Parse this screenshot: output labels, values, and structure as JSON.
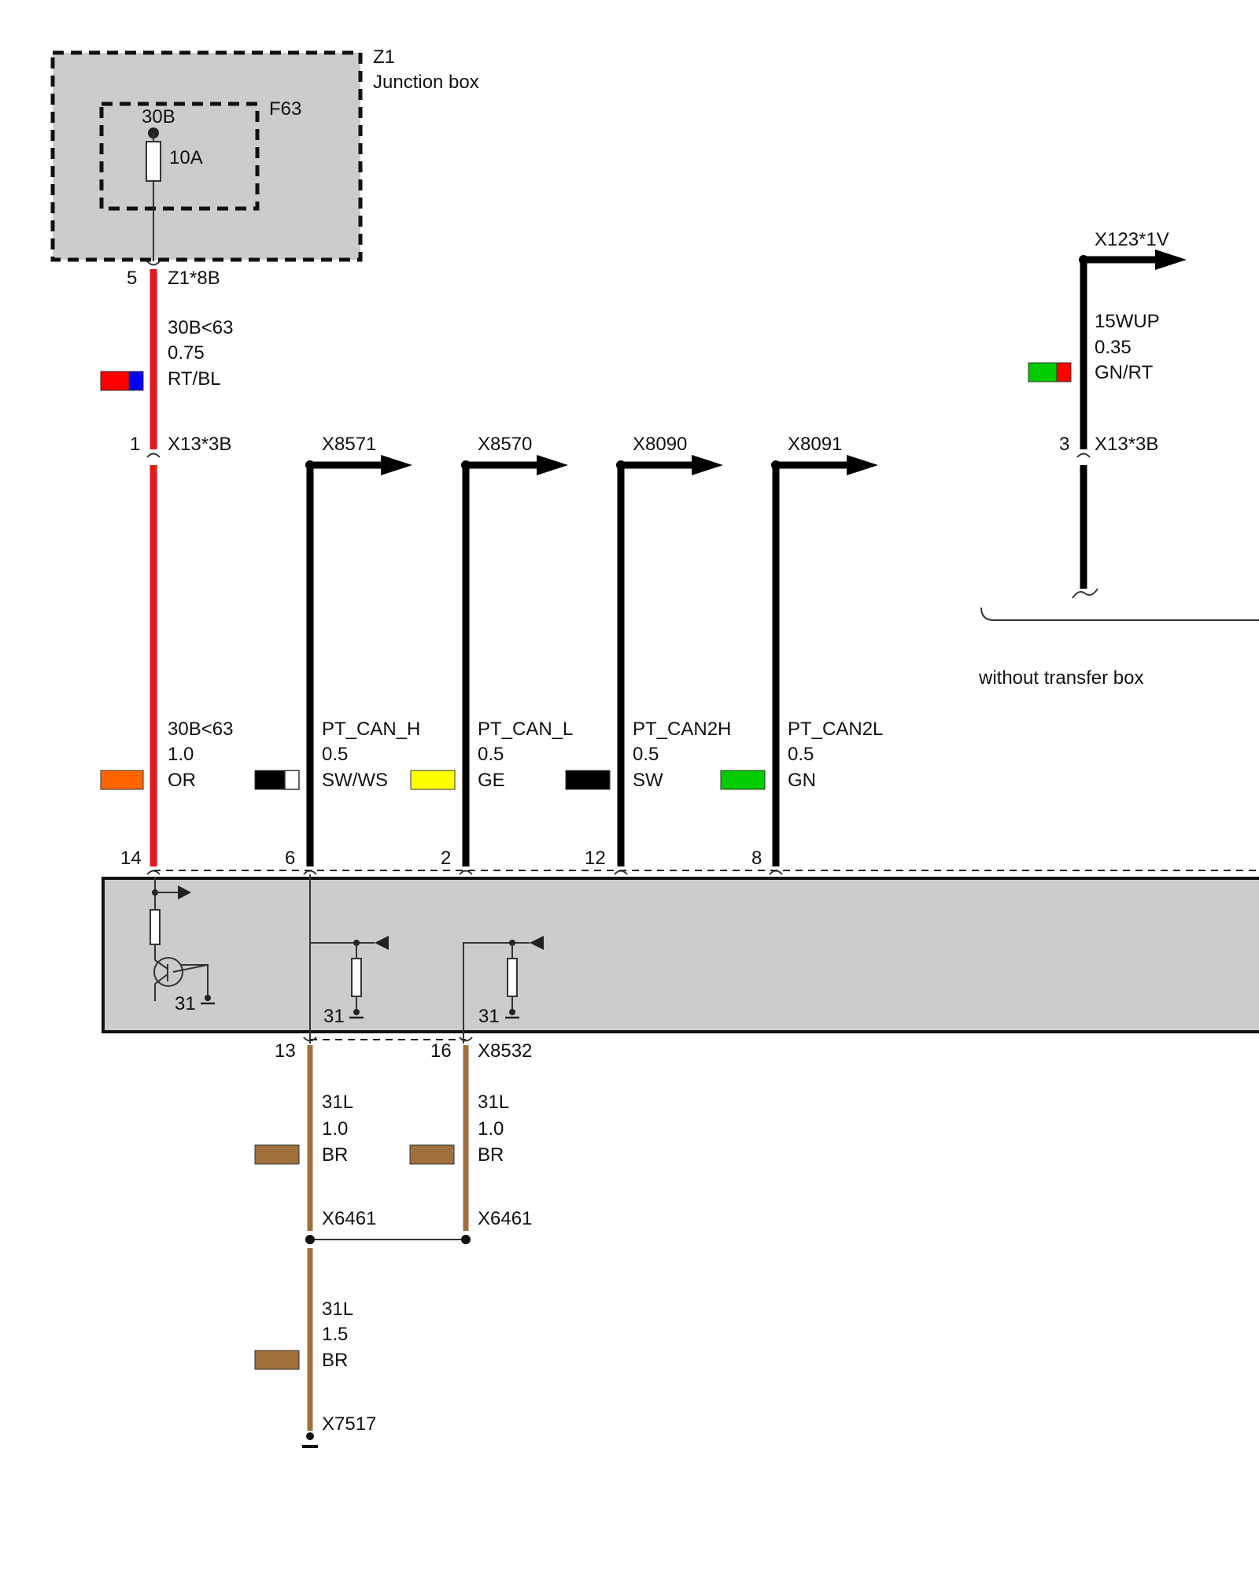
{
  "junction_box": {
    "id": "Z1",
    "name": "Junction box",
    "fuse_id": "F63",
    "fuse_terminal": "30B",
    "fuse_rating": "10A"
  },
  "supply_top": {
    "pin": "5",
    "connector": "Z1*8B",
    "signal": "30B<63",
    "size": "0.75",
    "color_code": "RT/BL",
    "colors": [
      "#ff0000",
      "#0000ee"
    ]
  },
  "supply_mid": {
    "pin": "1",
    "connector": "X13*3B"
  },
  "wakeup": {
    "connector_top": "X123*1V",
    "signal": "15WUP",
    "size": "0.35",
    "color_code": "GN/RT",
    "colors": [
      "#00cc00",
      "#ff0000"
    ],
    "pin": "3",
    "connector_bottom": "X13*3B",
    "note": "without transfer box"
  },
  "can_lines": [
    {
      "target": "X8571",
      "signal": "PT_CAN_H",
      "size": "0.5",
      "color_code": "SW/WS",
      "colors": [
        "#000000",
        "#ffffff"
      ],
      "pin": "6"
    },
    {
      "target": "X8570",
      "signal": "PT_CAN_L",
      "size": "0.5",
      "color_code": "GE",
      "colors": [
        "#ffff00"
      ],
      "pin": "2"
    },
    {
      "target": "X8090",
      "signal": "PT_CAN2H",
      "size": "0.5",
      "color_code": "SW",
      "colors": [
        "#000000"
      ],
      "pin": "12"
    },
    {
      "target": "X8091",
      "signal": "PT_CAN2L",
      "size": "0.5",
      "color_code": "GN",
      "colors": [
        "#00cc00"
      ],
      "pin": "8"
    }
  ],
  "supply_lower": {
    "signal": "30B<63",
    "size": "1.0",
    "color_code": "OR",
    "colors": [
      "#ff6600"
    ],
    "pin": "14"
  },
  "module": {
    "ground_labels": [
      "31",
      "31",
      "31"
    ],
    "ground_pins": [
      "13",
      "16"
    ],
    "ground_connector": "X8532"
  },
  "ground_wires": [
    {
      "signal": "31L",
      "size": "1.0",
      "color_code": "BR",
      "colors": [
        "#a0703c"
      ],
      "splice": "X6461"
    },
    {
      "signal": "31L",
      "size": "1.0",
      "color_code": "BR",
      "colors": [
        "#a0703c"
      ],
      "splice": "X6461"
    }
  ],
  "ground_final": {
    "signal": "31L",
    "size": "1.5",
    "color_code": "BR",
    "colors": [
      "#a0703c"
    ],
    "ground_point": "X7517"
  },
  "wire_colors": {
    "supply_red": "#e21b1b",
    "wire_black": "#000000",
    "wire_brown": "#a0703c",
    "module_fill": "#cccccc"
  }
}
